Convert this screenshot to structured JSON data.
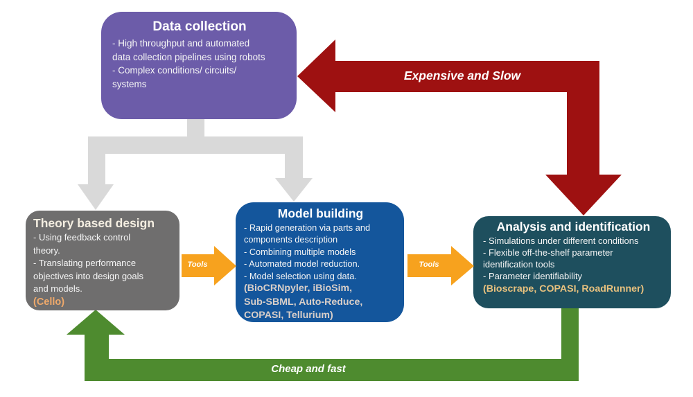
{
  "colors": {
    "purple": "#6C5CA9",
    "graybox": "#6F6E6E",
    "blue": "#14569C",
    "teal": "#1E4F5E",
    "red": "#9E1111",
    "green": "#4E8B2F",
    "orange": "#F7A21E",
    "lightgray": "#D9D9D9",
    "cello": "#EFA96B",
    "tan": "#E8C17E",
    "bluetools": "#D9CFC9"
  },
  "boxes": {
    "data_collection": {
      "title": "Data collection",
      "lines": [
        "- High throughput and automated",
        "data collection pipelines using robots",
        "- Complex conditions/ circuits/",
        "systems"
      ]
    },
    "theory_based_design": {
      "title": "Theory based design",
      "lines": [
        "- Using feedback control",
        "theory.",
        "- Translating performance",
        "objectives into design goals",
        "and models."
      ],
      "tools": "(Cello)"
    },
    "model_building": {
      "title": "Model building",
      "lines": [
        "- Rapid generation via parts and",
        "components description",
        "- Combining multiple models",
        "- Automated model reduction.",
        "- Model selection using data."
      ],
      "tools_lines": [
        "(BioCRNpyler, iBioSim,",
        "Sub-SBML, Auto-Reduce,",
        "COPASI, Tellurium)"
      ]
    },
    "analysis_identification": {
      "title": "Analysis and identification",
      "lines": [
        "- Simulations under different conditions",
        "- Flexible off-the-shelf parameter",
        "identification tools",
        "- Parameter identifiability"
      ],
      "tools": "(Bioscrape, COPASI, RoadRunner)"
    }
  },
  "arrows": {
    "expensive_slow": {
      "label": "Expensive and Slow"
    },
    "cheap_fast": {
      "label": "Cheap and fast"
    },
    "tools_left": {
      "label": "Tools"
    },
    "tools_right": {
      "label": "Tools"
    }
  }
}
